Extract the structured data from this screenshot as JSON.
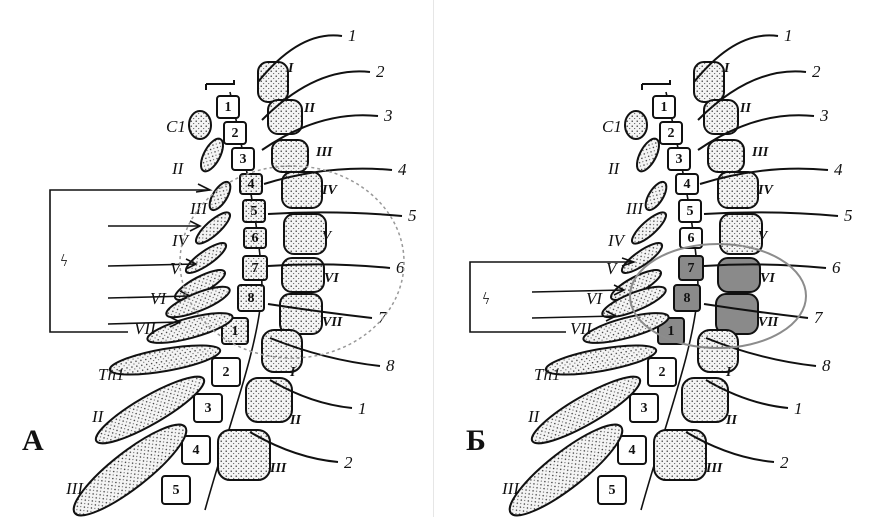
{
  "panels": [
    {
      "letter": "А",
      "cervical_vertebrae": [
        "1",
        "2",
        "3",
        "4",
        "5",
        "6",
        "7"
      ],
      "thoracic_vertebrae": [
        "1",
        "2",
        "3",
        "4",
        "5"
      ],
      "cervical_ribs": [
        "I",
        "II",
        "III",
        "IV",
        "V",
        "VI",
        "VII"
      ],
      "spinal_nerve_labels": [
        "1",
        "2",
        "3",
        "4",
        "5",
        "6",
        "7",
        "8"
      ],
      "thoracic_nerve_labels": [
        "1",
        "2"
      ],
      "thoracic_ribs": [
        "I",
        "II",
        "III"
      ],
      "left_labels": [
        "C1",
        "II",
        "III",
        "IV",
        "V",
        "VI",
        "VII",
        "Th1",
        "II",
        "III"
      ],
      "root_symbol": "ϟ",
      "highlighted_range": "4–Th1"
    },
    {
      "letter": "Б",
      "cervical_vertebrae": [
        "1",
        "2",
        "3",
        "4",
        "5",
        "6",
        "7"
      ],
      "thoracic_vertebrae": [
        "1",
        "2",
        "3",
        "4",
        "5"
      ],
      "cervical_ribs": [
        "I",
        "II",
        "III",
        "IV",
        "V",
        "VI",
        "VII"
      ],
      "spinal_nerve_labels": [
        "1",
        "2",
        "3",
        "4",
        "5",
        "6",
        "7",
        "8"
      ],
      "thoracic_nerve_labels": [
        "1",
        "2"
      ],
      "thoracic_ribs": [
        "I",
        "II",
        "III"
      ],
      "left_labels": [
        "C1",
        "II",
        "III",
        "IV",
        "V",
        "VI",
        "VII",
        "Th1",
        "II",
        "III"
      ],
      "root_symbol": "ϟ",
      "highlighted_range": "7–Th1"
    }
  ],
  "colors": {
    "ink": "#111111",
    "highlight": "#8a8a8a",
    "dotfill": "#f4f4f4",
    "circle_a": "#999999",
    "circle_b": "#8c8c8c"
  }
}
